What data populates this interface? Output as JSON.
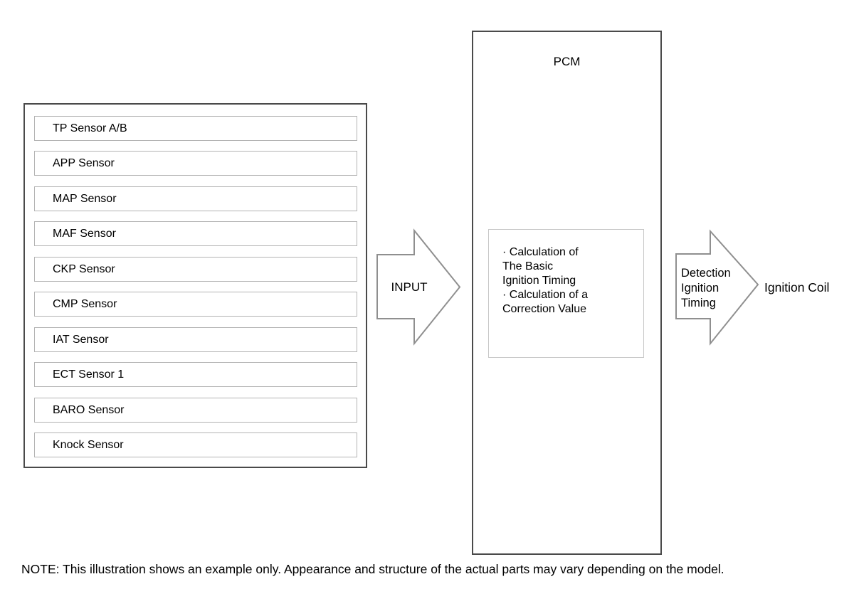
{
  "diagram": {
    "sensors": {
      "items": [
        {
          "label": "TP Sensor A/B"
        },
        {
          "label": "APP Sensor"
        },
        {
          "label": "MAP Sensor"
        },
        {
          "label": "MAF Sensor"
        },
        {
          "label": "CKP Sensor"
        },
        {
          "label": "CMP Sensor"
        },
        {
          "label": "IAT Sensor"
        },
        {
          "label": "ECT Sensor 1"
        },
        {
          "label": "BARO Sensor"
        },
        {
          "label": "Knock Sensor"
        }
      ]
    },
    "input_arrow": {
      "label": "INPUT"
    },
    "pcm": {
      "title": "PCM",
      "calculation_lines": [
        "· Calculation of",
        "The Basic",
        "Ignition Timing",
        "· Calculation of a",
        "Correction Value"
      ]
    },
    "output_arrow": {
      "lines": [
        "Detection",
        "Ignition",
        "Timing"
      ]
    },
    "ignition_coil_label": "Ignition Coil",
    "note": "NOTE: This illustration shows an example only. Appearance and structure of the actual parts may vary depending on the model."
  },
  "colors": {
    "background": "#ffffff",
    "outer_box_border": "#4a4a4a",
    "sensor_box_border": "#b3b3b3",
    "calc_box_border": "#c6c6c6",
    "arrow_outline": "#8f8f8f",
    "text": "#000000"
  }
}
